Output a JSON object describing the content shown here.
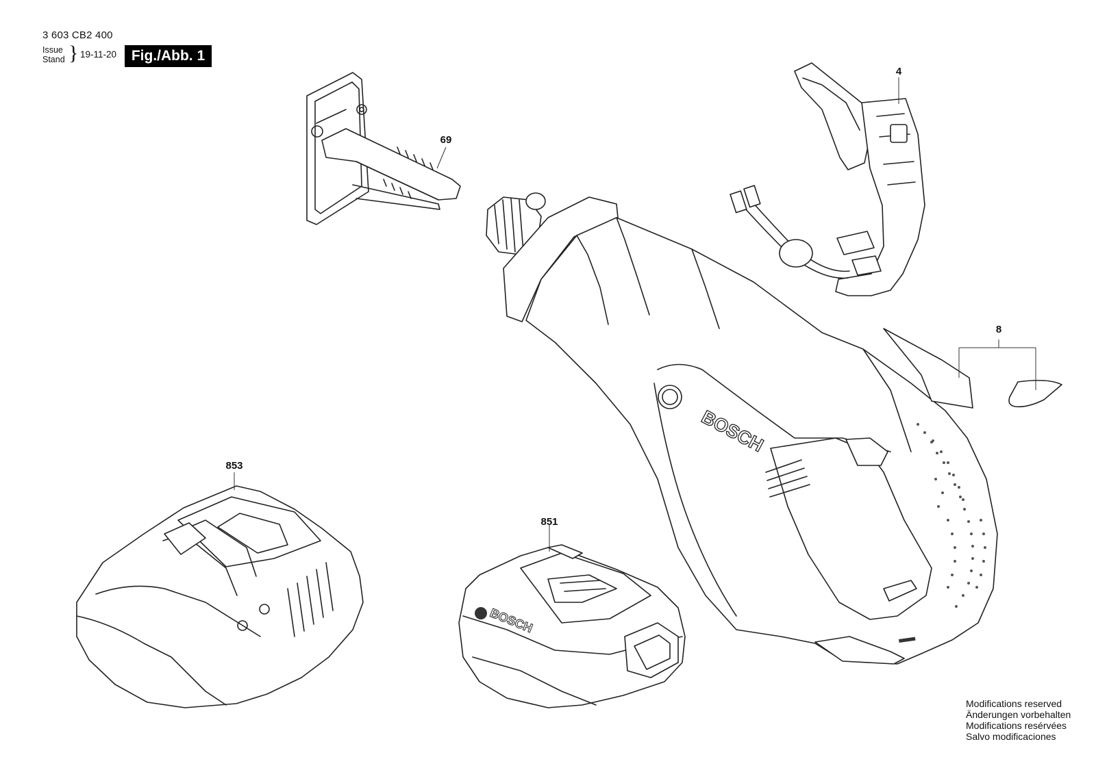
{
  "header": {
    "part_number": "3 603 CB2 400",
    "issue_label": "Issue",
    "stand_label": "Stand",
    "issue_date": "19-11-20",
    "figure_label": "Fig./Abb. 1"
  },
  "callouts": {
    "c69": "69",
    "c4": "4",
    "c8": "8",
    "c853": "853",
    "c851": "851"
  },
  "logos": {
    "saw_brand": "BOSCH",
    "battery_brand": "BOSCH"
  },
  "notes": [
    "Modifications reserved",
    "Änderungen vorbehalten",
    "Modifications resérvées",
    "Salvo modificaciones"
  ]
}
